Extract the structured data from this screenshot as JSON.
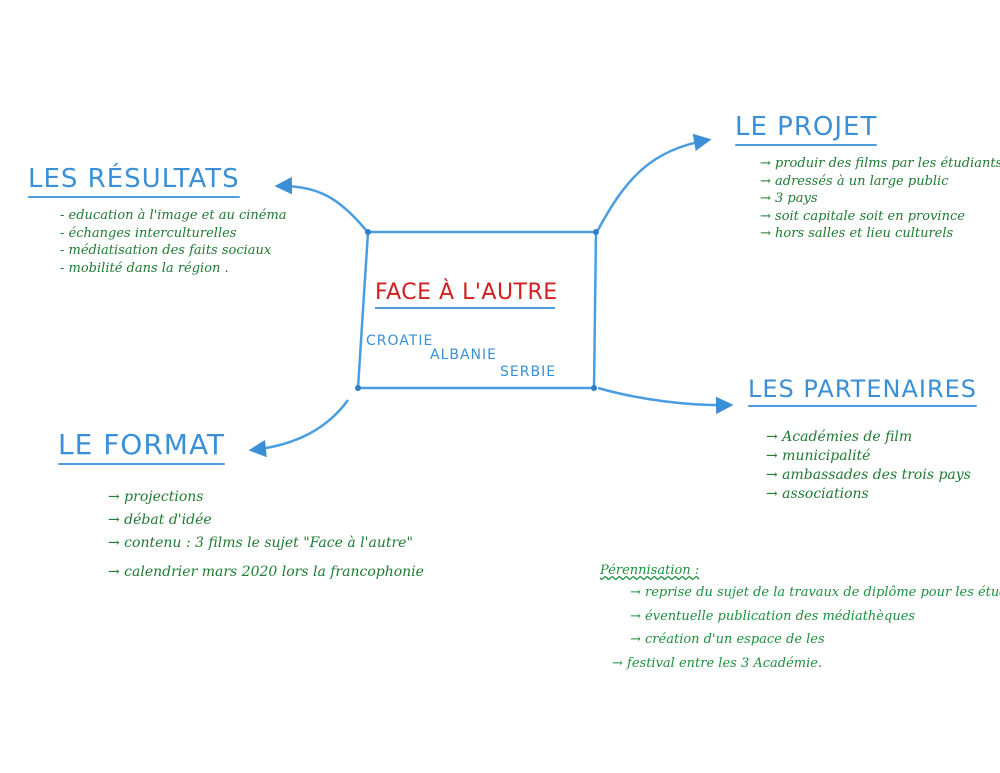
{
  "center": {
    "title": "FACE À L'AUTRE",
    "countries": [
      "CROATIE",
      "ALBANIE",
      "SERBIE"
    ]
  },
  "results": {
    "title": "LES RÉSULTATS",
    "items": [
      "- education à l'image et au cinéma",
      "- échanges interculturelles",
      "- médiatisation des faits sociaux",
      "- mobilité dans la région ."
    ]
  },
  "project": {
    "title": "LE PROJET",
    "items": [
      "→ produir des films par les étudiants",
      "→ adressés à un large public",
      "→ 3 pays",
      "→ soit capitale soit en province",
      "→ hors salles et lieu culturels"
    ]
  },
  "format": {
    "title": "LE FORMAT",
    "items": [
      "→ projections",
      "→ débat d'idée",
      "→ contenu : 3 films le sujet \"Face à l'autre\"",
      "→ calendrier   mars 2020 lors la francophonie"
    ]
  },
  "partners": {
    "title": "LES PARTENAIRES",
    "items": [
      "→ Académies de film",
      "→ municipalité",
      "→ ambassades des trois pays",
      "→ associations"
    ]
  },
  "sustainability": {
    "title": "Pérennisation :",
    "items": [
      "→ reprise du sujet de la travaux de diplôme pour les étudiants.",
      "→ éventuelle publication des médiathèques",
      "→ création d'un espace de les",
      "→ festival entre les 3 Académie."
    ]
  },
  "colors": {
    "title_blue": "#3a8fd6",
    "center_red": "#d11f1f",
    "text_green": "#1f7a32"
  }
}
